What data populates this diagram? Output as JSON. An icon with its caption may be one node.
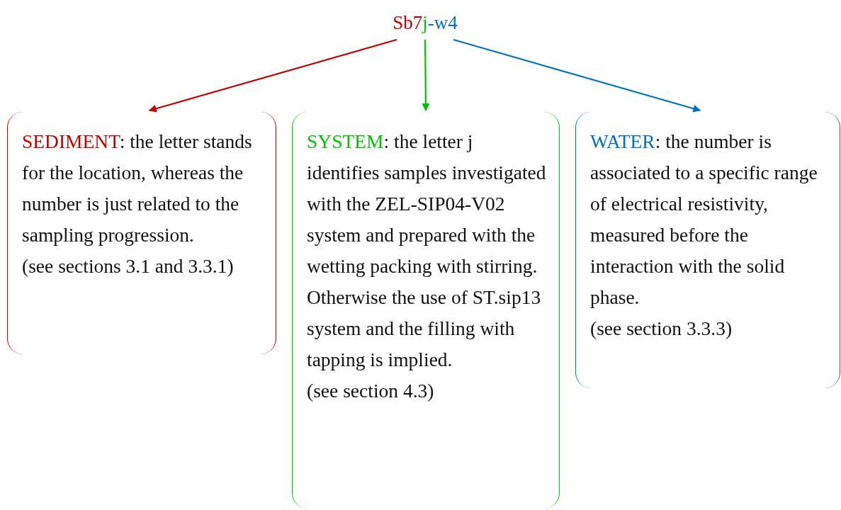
{
  "diagram": {
    "nodes": [
      {
        "text": [
          "Sb7",
          "j",
          "-w4"
        ]
      },
      {
        "text": [
          "SEDIMENT",
          ": the letter stands for the location, whereas the number is just related to the sampling progression.",
          "(see sections 3.1 and 3.3.1)"
        ]
      },
      {
        "text": [
          "SYSTEM",
          ": the letter j identifies samples investigated with the ZEL-SIP04-V02 system and prepared with the wetting packing with stirring. Otherwise the use of ST.sip13 system and the filling with tapping is implied.",
          "(see section 4.3)"
        ]
      },
      {
        "text": [
          "WATER",
          ": the number is associated to a specific range of electrical resistivity, measured before the interaction with the solid phase.",
          "(see section 3.3.3)"
        ]
      }
    ],
    "edges": [
      {
        "from": 0,
        "to": 1,
        "arrow": "to",
        "color": "#c00000"
      },
      {
        "from": 0,
        "to": 2,
        "arrow": "to",
        "color": "#00c000"
      },
      {
        "from": 0,
        "to": 3,
        "arrow": "to",
        "color": "#0070c0"
      }
    ]
  }
}
